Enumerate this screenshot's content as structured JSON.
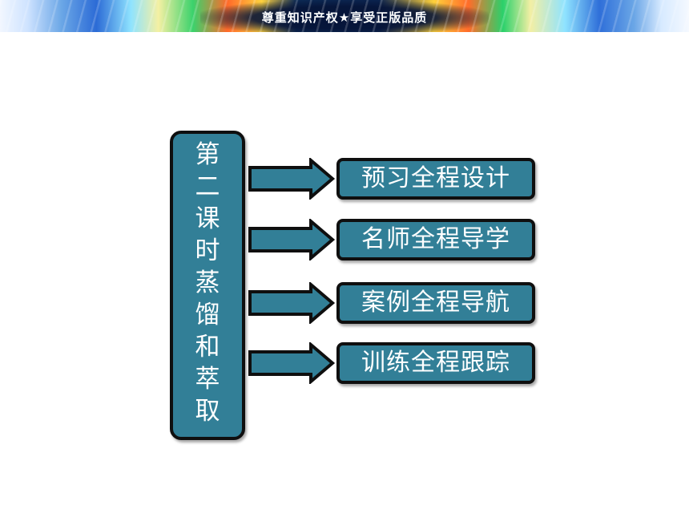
{
  "banner": {
    "text": "尊重知识产权★享受正版品质"
  },
  "title": {
    "chars": [
      "第",
      "二",
      "课",
      "时",
      "蒸",
      "馏",
      "和",
      "萃",
      "取"
    ]
  },
  "menu": {
    "items": [
      {
        "label": "预习全程设计"
      },
      {
        "label": "名师全程导学"
      },
      {
        "label": "案例全程导航"
      },
      {
        "label": "训练全程跟踪"
      }
    ]
  },
  "colors": {
    "box_fill": "#327f97",
    "border": "#0f0f0f",
    "text": "#ffffff"
  }
}
